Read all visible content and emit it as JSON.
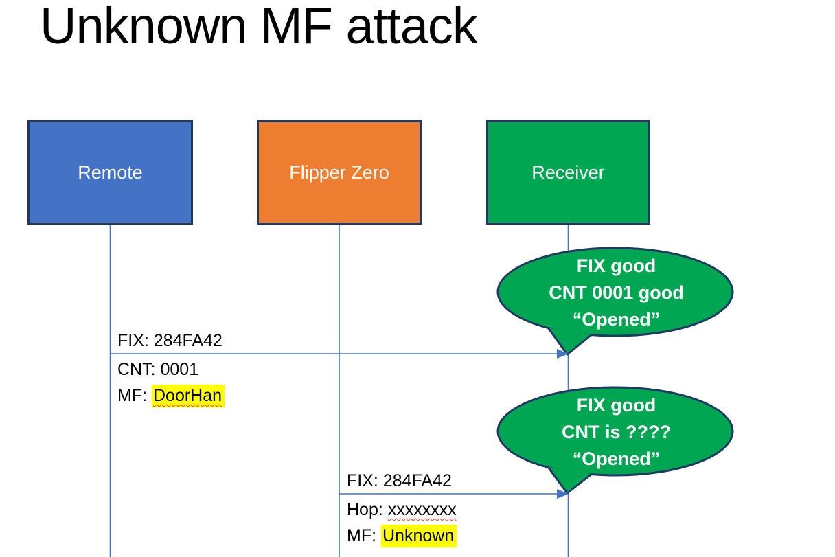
{
  "slide": {
    "title": "Unknown MF attack"
  },
  "actors": [
    {
      "label": "Remote",
      "fill": "#4472C4"
    },
    {
      "label": "Flipper Zero",
      "fill": "#ED7D31"
    },
    {
      "label": "Receiver",
      "fill": "#00A651"
    }
  ],
  "messages": [
    {
      "from": "Remote",
      "to": "Receiver",
      "label_above": "FIX: 284FA42",
      "below_line1": "CNT: 0001",
      "below_line2_prefix": "MF: ",
      "below_line2_value": "DoorHan"
    },
    {
      "from": "Flipper Zero",
      "to": "Receiver",
      "label_above": "FIX: 284FA42",
      "below_line1_prefix": "Hop: ",
      "below_line1_value": "xxxxxxxx",
      "below_line2_prefix": "MF: ",
      "below_line2_value": "Unknown"
    }
  ],
  "bubbles": [
    {
      "lines": [
        "FIX good",
        "CNT 0001 good",
        "“Opened”"
      ]
    },
    {
      "lines": [
        "FIX good",
        "CNT is ????",
        "“Opened”"
      ]
    }
  ],
  "colors": {
    "actor_border": "#1F3864",
    "bubble_fill": "#00A651",
    "bubble_border": "#1F3864",
    "line_blue": "#4472C4",
    "highlight": "#FFFF00",
    "text_white": "#FFFFFF",
    "text_black": "#000000"
  }
}
